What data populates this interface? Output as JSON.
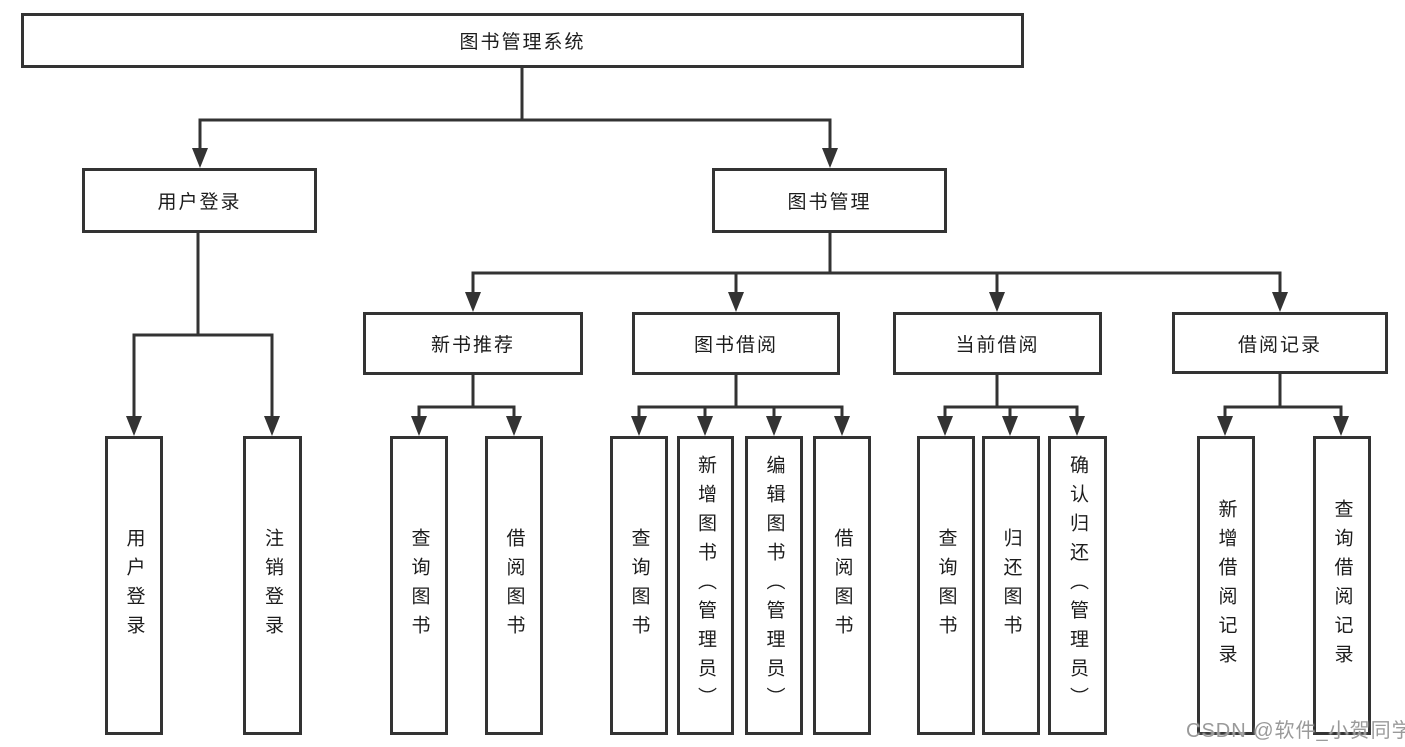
{
  "diagram_type": "hierarchy-tree",
  "colors": {
    "background": "#ffffff",
    "line": "#333333",
    "box_border": "#333333",
    "box_fill": "#ffffff",
    "text": "#1c1c1c",
    "watermark": "#9a9a9a"
  },
  "tree": {
    "root": {
      "label": "图书管理系统"
    },
    "login": {
      "label": "用户登录",
      "children": [
        {
          "label": "用户登录"
        },
        {
          "label": "注销登录"
        }
      ]
    },
    "management": {
      "label": "图书管理",
      "sections": [
        {
          "label": "新书推荐",
          "children": [
            {
              "label": "查询图书"
            },
            {
              "label": "借阅图书"
            }
          ]
        },
        {
          "label": "图书借阅",
          "children": [
            {
              "label": "查询图书"
            },
            {
              "label": "新增图书（管理员）"
            },
            {
              "label": "编辑图书（管理员）"
            },
            {
              "label": "借阅图书"
            }
          ]
        },
        {
          "label": "当前借阅",
          "children": [
            {
              "label": "查询图书"
            },
            {
              "label": "归还图书"
            },
            {
              "label": "确认归还（管理员）"
            }
          ]
        },
        {
          "label": "借阅记录",
          "children": [
            {
              "label": "新增借阅记录"
            },
            {
              "label": "查询借阅记录"
            }
          ]
        }
      ]
    }
  },
  "watermark": {
    "text": "CSDN @软件_小贺同学"
  }
}
